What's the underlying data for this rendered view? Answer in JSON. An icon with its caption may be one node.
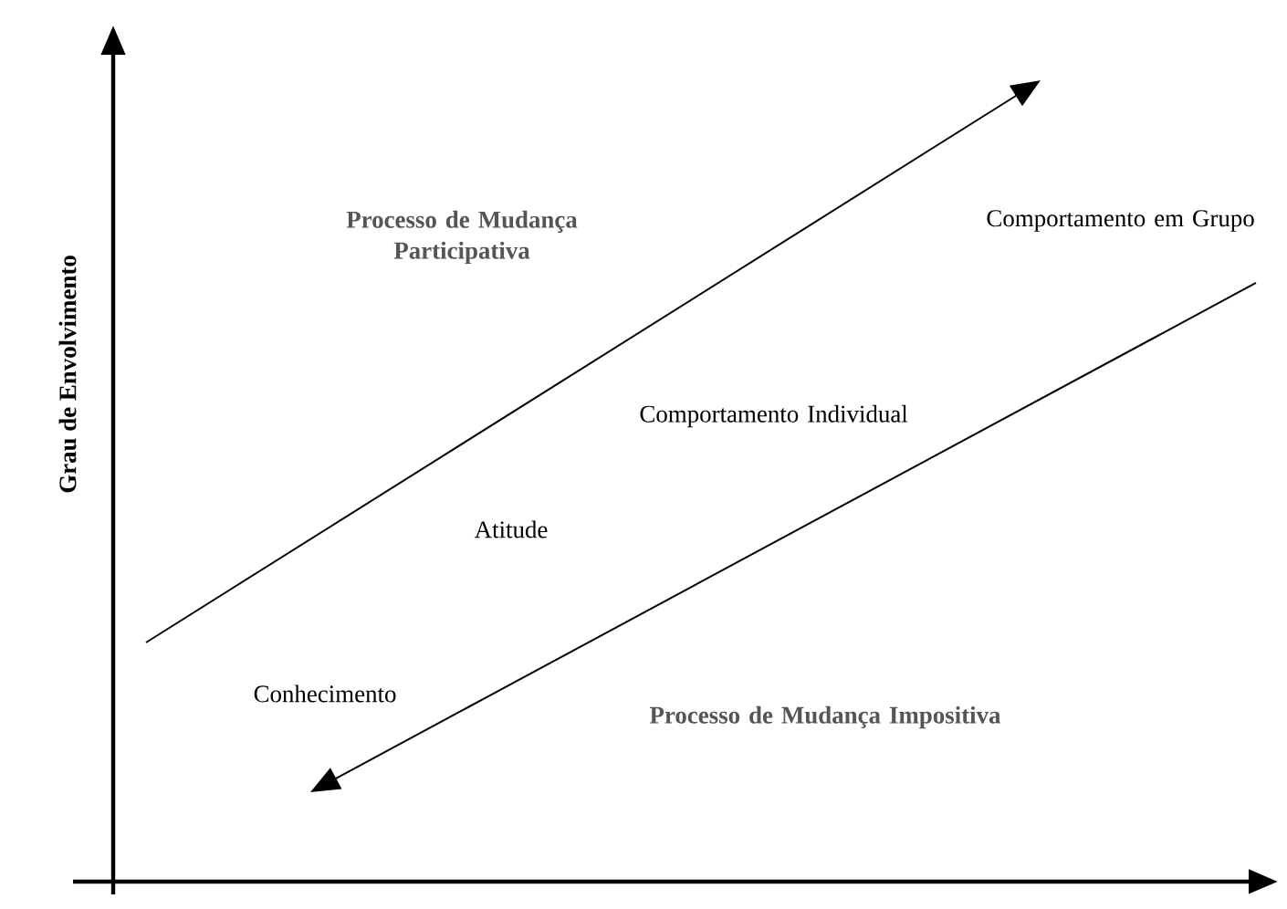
{
  "diagram": {
    "labels": [
      "Grau de Envolvimento",
      "Comportamento em Grupo",
      "Processo de Mudança Participativa",
      "Comportamento Individual",
      "Atitude",
      "Conhecimento",
      "Processo de Mudança Impositiva"
    ]
  }
}
